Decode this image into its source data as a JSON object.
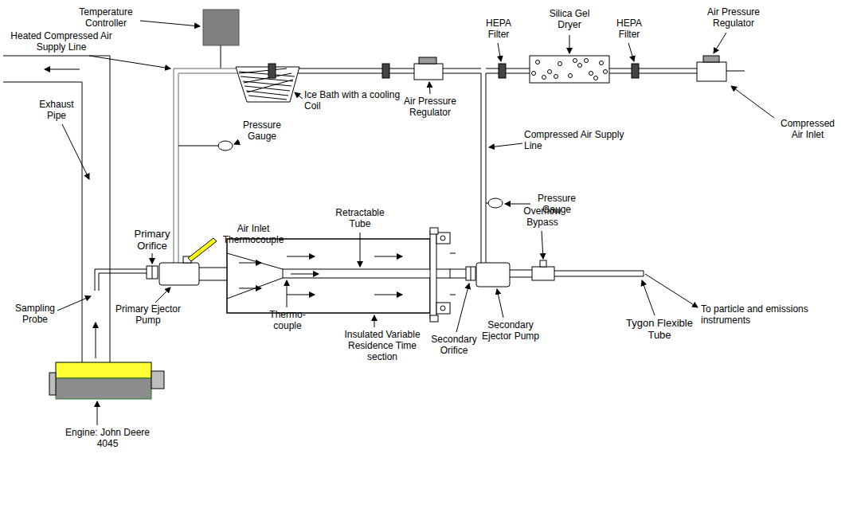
{
  "diagram": {
    "labels": [
      "Temperature Controller",
      "Heated Compressed Air Supply Line",
      "HEPA Filter",
      "Silica Gel Dryer",
      "HEPA Filter",
      "Air Pressure Regulator",
      "Compressed Air Inlet",
      "Pressure Gauge",
      "Ice Bath with a cooling Coil",
      "Air Pressure Regulator",
      "Compressed Air Supply Line",
      "Pressure Gauge",
      "Exhaust Pipe",
      "Primary Orifice",
      "Air Inlet Thermocouple",
      "Retractable Tube",
      "Overflow Bypass",
      "Sampling Probe",
      "Primary Ejector Pump",
      "Thermo- couple",
      "Insulated Variable Residence Time section",
      "Secondary Orifice",
      "Secondary Ejector Pump",
      "Tygon Flexible Tube",
      "To particle and emissions instruments",
      "Engine: John Deere 4045"
    ]
  }
}
